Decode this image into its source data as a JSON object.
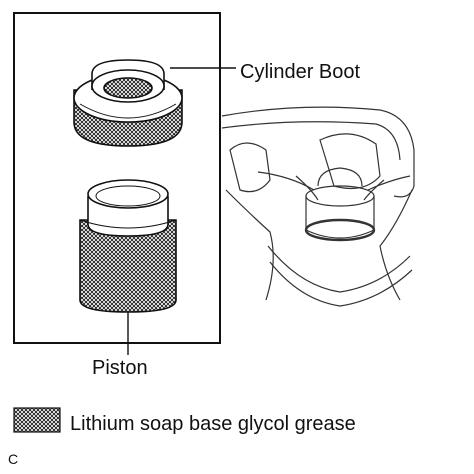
{
  "labels": {
    "cylinder_boot": "Cylinder Boot",
    "piston": "Piston"
  },
  "legend": {
    "text": "Lithium soap base glycol grease"
  },
  "figure_code": "C",
  "colors": {
    "line": "#111111",
    "background": "#ffffff"
  }
}
